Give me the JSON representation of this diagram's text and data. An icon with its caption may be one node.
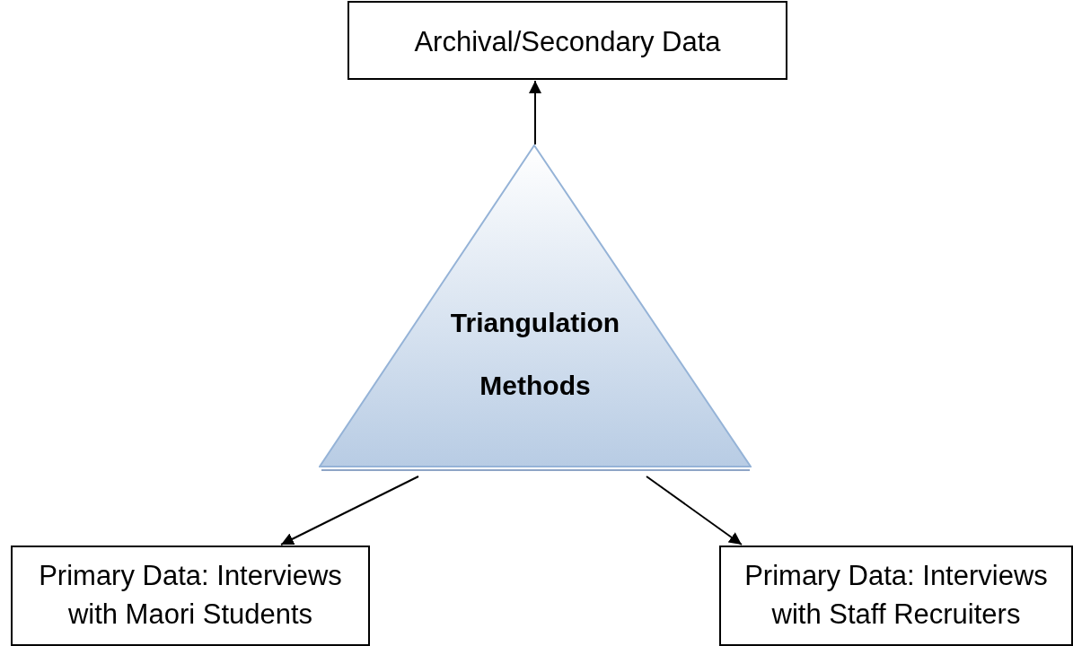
{
  "diagram": {
    "nodes": [
      {
        "text": [
          "Archival/Secondary Data"
        ]
      },
      {
        "text": [
          "Triangulation Methods"
        ]
      },
      {
        "text": [
          "Primary Data: Interviews with Maori Students"
        ]
      },
      {
        "text": [
          "Primary Data: Interviews with Staff Recruiters"
        ]
      }
    ],
    "edges": [
      {
        "from": 1,
        "to": 0,
        "arrow": "to"
      },
      {
        "from": 1,
        "to": 2,
        "arrow": "to"
      },
      {
        "from": 1,
        "to": 3,
        "arrow": "to"
      }
    ]
  }
}
